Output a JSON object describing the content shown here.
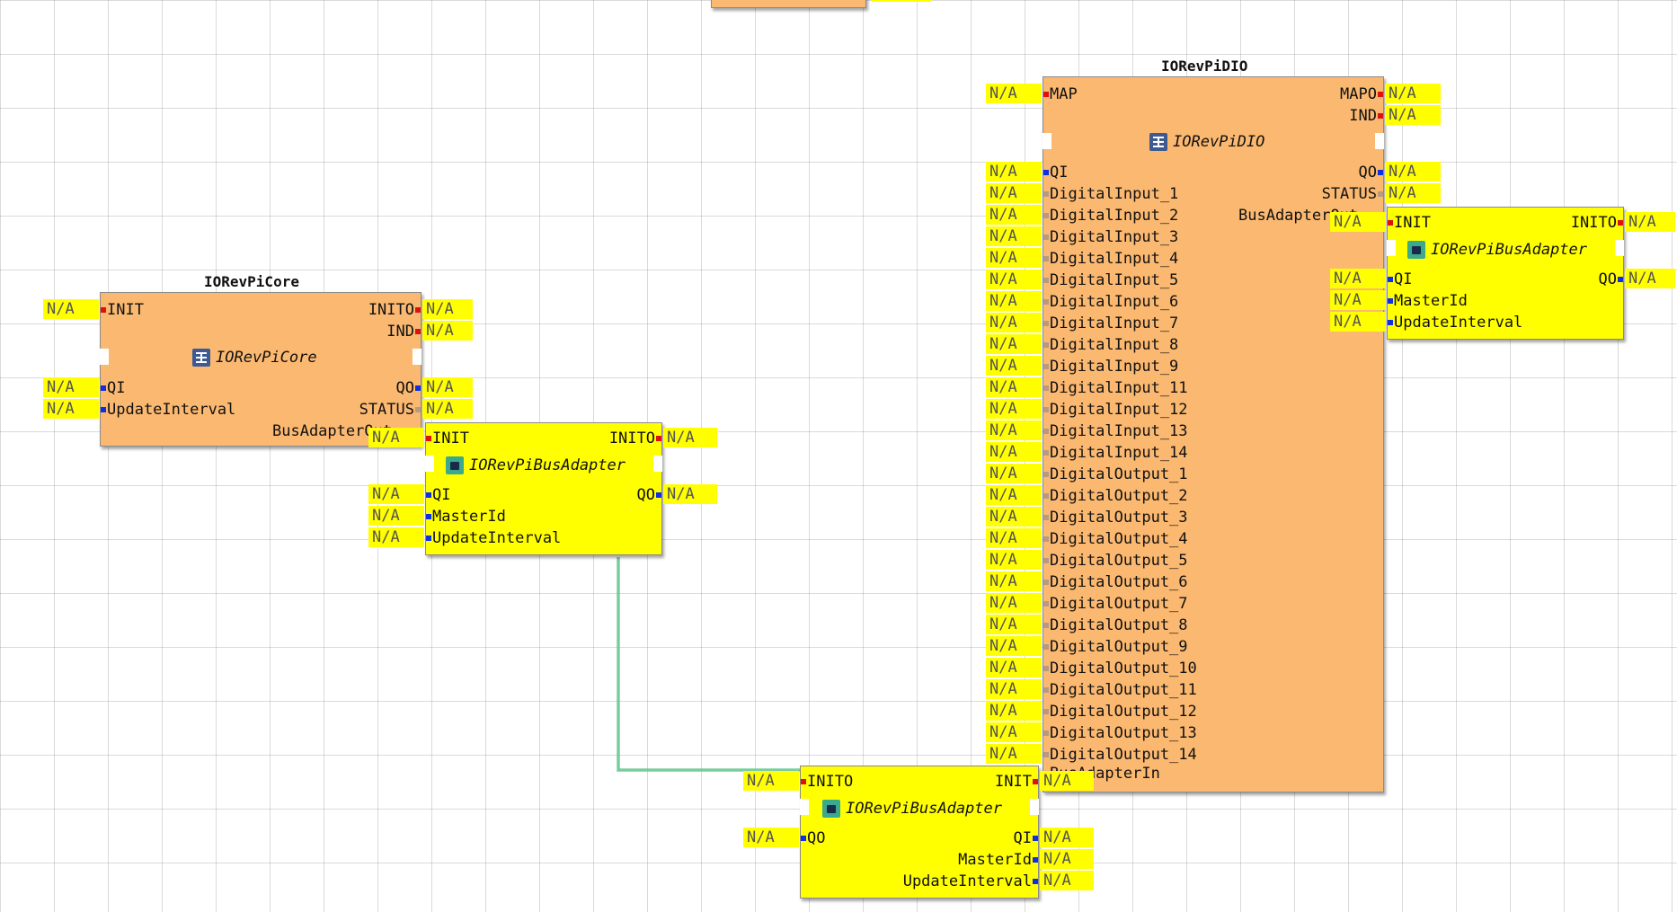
{
  "na": "N/A",
  "core": {
    "title": "IORevPiCore",
    "type": "IORevPiCore",
    "inputs": {
      "init": "INIT",
      "qi": "QI",
      "update_interval": "UpdateInterval"
    },
    "outputs": {
      "inito": "INITO",
      "ind": "IND",
      "qo": "QO",
      "status": "STATUS",
      "bus_adapter_out": "BusAdapterOut"
    }
  },
  "dio": {
    "title": "IORevPiDIO",
    "type": "IORevPiDIO",
    "event_inputs": [
      "MAP",
      "QI"
    ],
    "event_outputs": [
      "MAPO",
      "IND",
      "QO",
      "STATUS",
      "BusAdapterOut"
    ],
    "data_inputs": [
      "DigitalInput_1",
      "DigitalInput_2",
      "DigitalInput_3",
      "DigitalInput_4",
      "DigitalInput_5",
      "DigitalInput_6",
      "DigitalInput_7",
      "DigitalInput_8",
      "DigitalInput_9",
      "DigitalInput_11",
      "DigitalInput_12",
      "DigitalInput_13",
      "DigitalInput_14",
      "DigitalOutput_1",
      "DigitalOutput_2",
      "DigitalOutput_3",
      "DigitalOutput_4",
      "DigitalOutput_5",
      "DigitalOutput_6",
      "DigitalOutput_7",
      "DigitalOutput_8",
      "DigitalOutput_9",
      "DigitalOutput_10",
      "DigitalOutput_11",
      "DigitalOutput_12",
      "DigitalOutput_13",
      "DigitalOutput_14"
    ],
    "bus_adapter_in": "BusAdapterIn"
  },
  "bus_adapter": {
    "type": "IORevPiBusAdapter",
    "init": "INIT",
    "inito": "INITO",
    "qi": "QI",
    "qo": "QO",
    "master_id": "MasterId",
    "update_interval": "UpdateInterval"
  },
  "colors": {
    "block": "#fbb870",
    "adapter": "#ffff00",
    "event_port": "#e01010",
    "data_port": "#1030e0",
    "wire": "#3cb371"
  }
}
